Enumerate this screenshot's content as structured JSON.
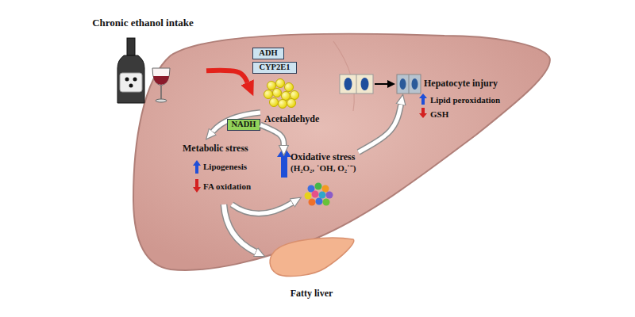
{
  "diagram": {
    "nodes": [
      {
        "text": [
          "Chronic ethanol intake"
        ]
      },
      {
        "text": [
          "ADH"
        ]
      },
      {
        "text": [
          "CYP2E1"
        ]
      },
      {
        "text": [
          "Acetaldehyde"
        ]
      },
      {
        "text": [
          "NADH"
        ]
      },
      {
        "text": [
          "Oxidative stress",
          "(H₂O₂, ˙OH, O₂˙⁻)"
        ]
      },
      {
        "text": [
          "Hepatocyte injury"
        ]
      },
      {
        "text": [
          "Fatty liver"
        ]
      }
    ],
    "edges": [
      {
        "from": 0,
        "to": 3,
        "arrow": "to"
      },
      {
        "from": 4,
        "to": 5,
        "arrow": "to"
      },
      {
        "from": 5,
        "to": 6,
        "arrow": "to"
      }
    ],
    "labels": [
      "Metabolic stress",
      "Lipogenesis",
      "FA oxidation",
      "Lipid peroxidation",
      "GSH"
    ]
  }
}
